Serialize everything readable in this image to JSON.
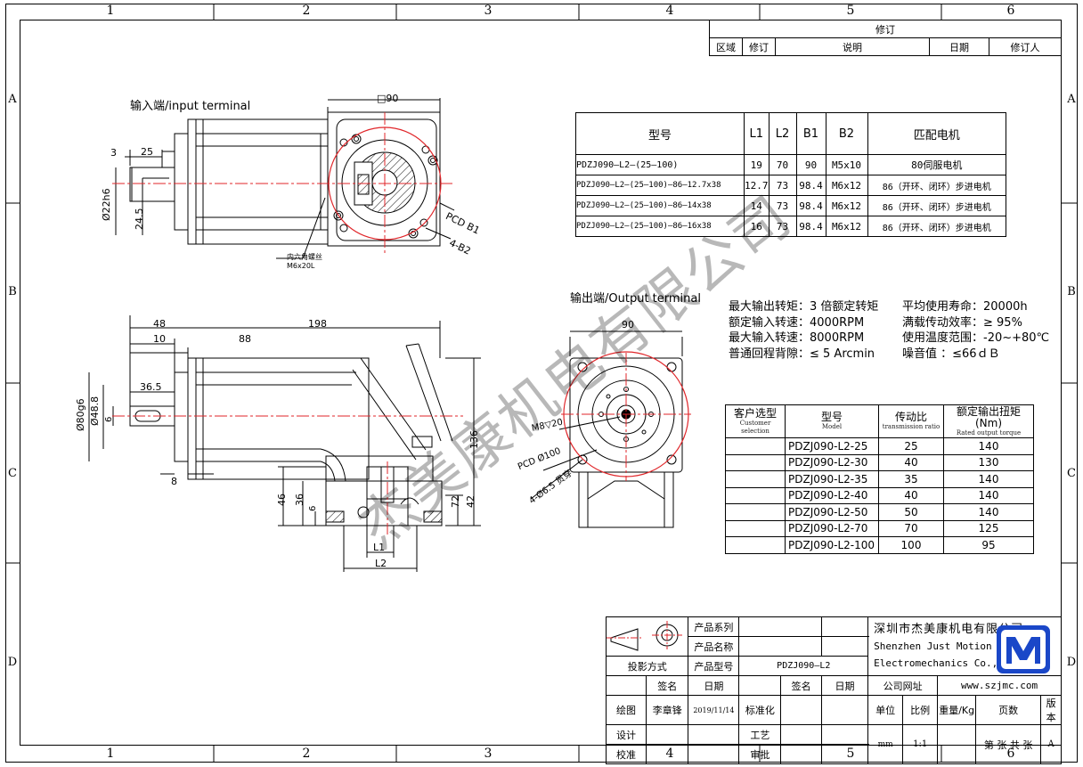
{
  "zones": {
    "cols": [
      "1",
      "2",
      "3",
      "4",
      "5",
      "6"
    ],
    "rows": [
      "A",
      "B",
      "C",
      "D"
    ]
  },
  "revision": {
    "title": "修订",
    "headers": [
      "区域",
      "修订",
      "说明",
      "日期",
      "修订人"
    ]
  },
  "input_view": {
    "label": "输入端/input terminal",
    "dims": {
      "square": "□90",
      "d3": "3",
      "d25": "25",
      "shaft": "Ø22h6",
      "key": "24.5",
      "pcd": "PCD B1",
      "holes": "4-B2"
    },
    "screw_note_l1": "内六角螺丝",
    "screw_note_l2": "M6x20L"
  },
  "side_view": {
    "dims": {
      "d48": "48",
      "d10": "10",
      "d88": "88",
      "d198": "198",
      "d36_5": "36.5",
      "d6": "6",
      "d8": "8",
      "phi80": "Ø80g6",
      "phi48_8": "Ø48.8",
      "d136": "136",
      "d46": "46",
      "d36": "36",
      "d6b": "6",
      "d72": "72",
      "d42": "42",
      "L1": "L1",
      "L2": "L2"
    }
  },
  "output_view": {
    "label": "输出端/Output terminal",
    "dims": {
      "d90": "90",
      "m8": "M8▽20",
      "pcd": "PCD Ø100",
      "holes": "4-Ø6.5 贯穿"
    }
  },
  "dim_table": {
    "headers": [
      "型号",
      "L1",
      "L2",
      "B1",
      "B2",
      "匹配电机"
    ],
    "rows": [
      [
        "PDZJ090—L2—(25—100)",
        "19",
        "70",
        "90",
        "M5x10",
        "80伺服电机"
      ],
      [
        "PDZJ090—L2—(25—100)—86—12.7x38",
        "12.7",
        "73",
        "98.4",
        "M6x12",
        "86（开环、闭环）步进电机"
      ],
      [
        "PDZJ090—L2—(25—100)—86—14x38",
        "14",
        "73",
        "98.4",
        "M6x12",
        "86（开环、闭环）步进电机"
      ],
      [
        "PDZJ090—L2—(25—100)—86—16x38",
        "16",
        "73",
        "98.4",
        "M6x12",
        "86（开环、闭环）步进电机"
      ]
    ]
  },
  "specs": {
    "left": [
      "最大输出转矩：3 倍额定转矩",
      "额定输入转速：4000RPM",
      "最大输入转速：8000RPM",
      "普通回程背隙：≤ 5 Arcmin"
    ],
    "right": [
      "平均使用寿命：20000h",
      "满载传动效率：≥  95%",
      "使用温度范围：-20~+80℃",
      "噪音值      ：≤66ｄＢ"
    ]
  },
  "select_table": {
    "headers": [
      {
        "cn": "客户选型",
        "en": "Customer selection"
      },
      {
        "cn": "型号",
        "en": "Model"
      },
      {
        "cn": "传动比",
        "en": "transmission ratio"
      },
      {
        "cn": "额定输出扭矩(Nm)",
        "en": "Rated output torque"
      }
    ],
    "rows": [
      [
        "",
        "PDZJ090-L2-25",
        "25",
        "140"
      ],
      [
        "",
        "PDZJ090-L2-30",
        "40",
        "130"
      ],
      [
        "",
        "PDZJ090-L2-35",
        "35",
        "140"
      ],
      [
        "",
        "PDZJ090-L2-40",
        "40",
        "140"
      ],
      [
        "",
        "PDZJ090-L2-50",
        "50",
        "140"
      ],
      [
        "",
        "PDZJ090-L2-70",
        "70",
        "125"
      ],
      [
        "",
        "PDZJ090-L2-100",
        "100",
        "95"
      ]
    ]
  },
  "title_block": {
    "product_series": "产品系列",
    "product_name": "产品名称",
    "projection": "投影方式",
    "product_model_label": "产品型号",
    "product_model": "PDZJ090—L2",
    "sign": "签名",
    "date": "日期",
    "draw": "绘图",
    "drawer": "李章锋",
    "draw_date": "2019/11/14",
    "standard": "标准化",
    "design": "设计",
    "craft": "工艺",
    "check": "校准",
    "approve": "审批",
    "company_cn": "深圳市杰美康机电有限公司",
    "company_en1": "Shenzhen Just Motion Control",
    "company_en2": "Electromechanics Co.,LTD",
    "website_label": "公司网址",
    "website": "www.szjmc.com",
    "unit": "单位",
    "scale": "比例",
    "weight": "重量/Kg",
    "pages": "页数",
    "version": "版本",
    "unit_val": "mm",
    "scale_val": "1:1",
    "pages_val": "第 张 共 张",
    "version_val": "A"
  },
  "watermark": "杰美康机电有限公司",
  "colors": {
    "red": "#e0262a",
    "logo_blue": "#1a47c8"
  }
}
